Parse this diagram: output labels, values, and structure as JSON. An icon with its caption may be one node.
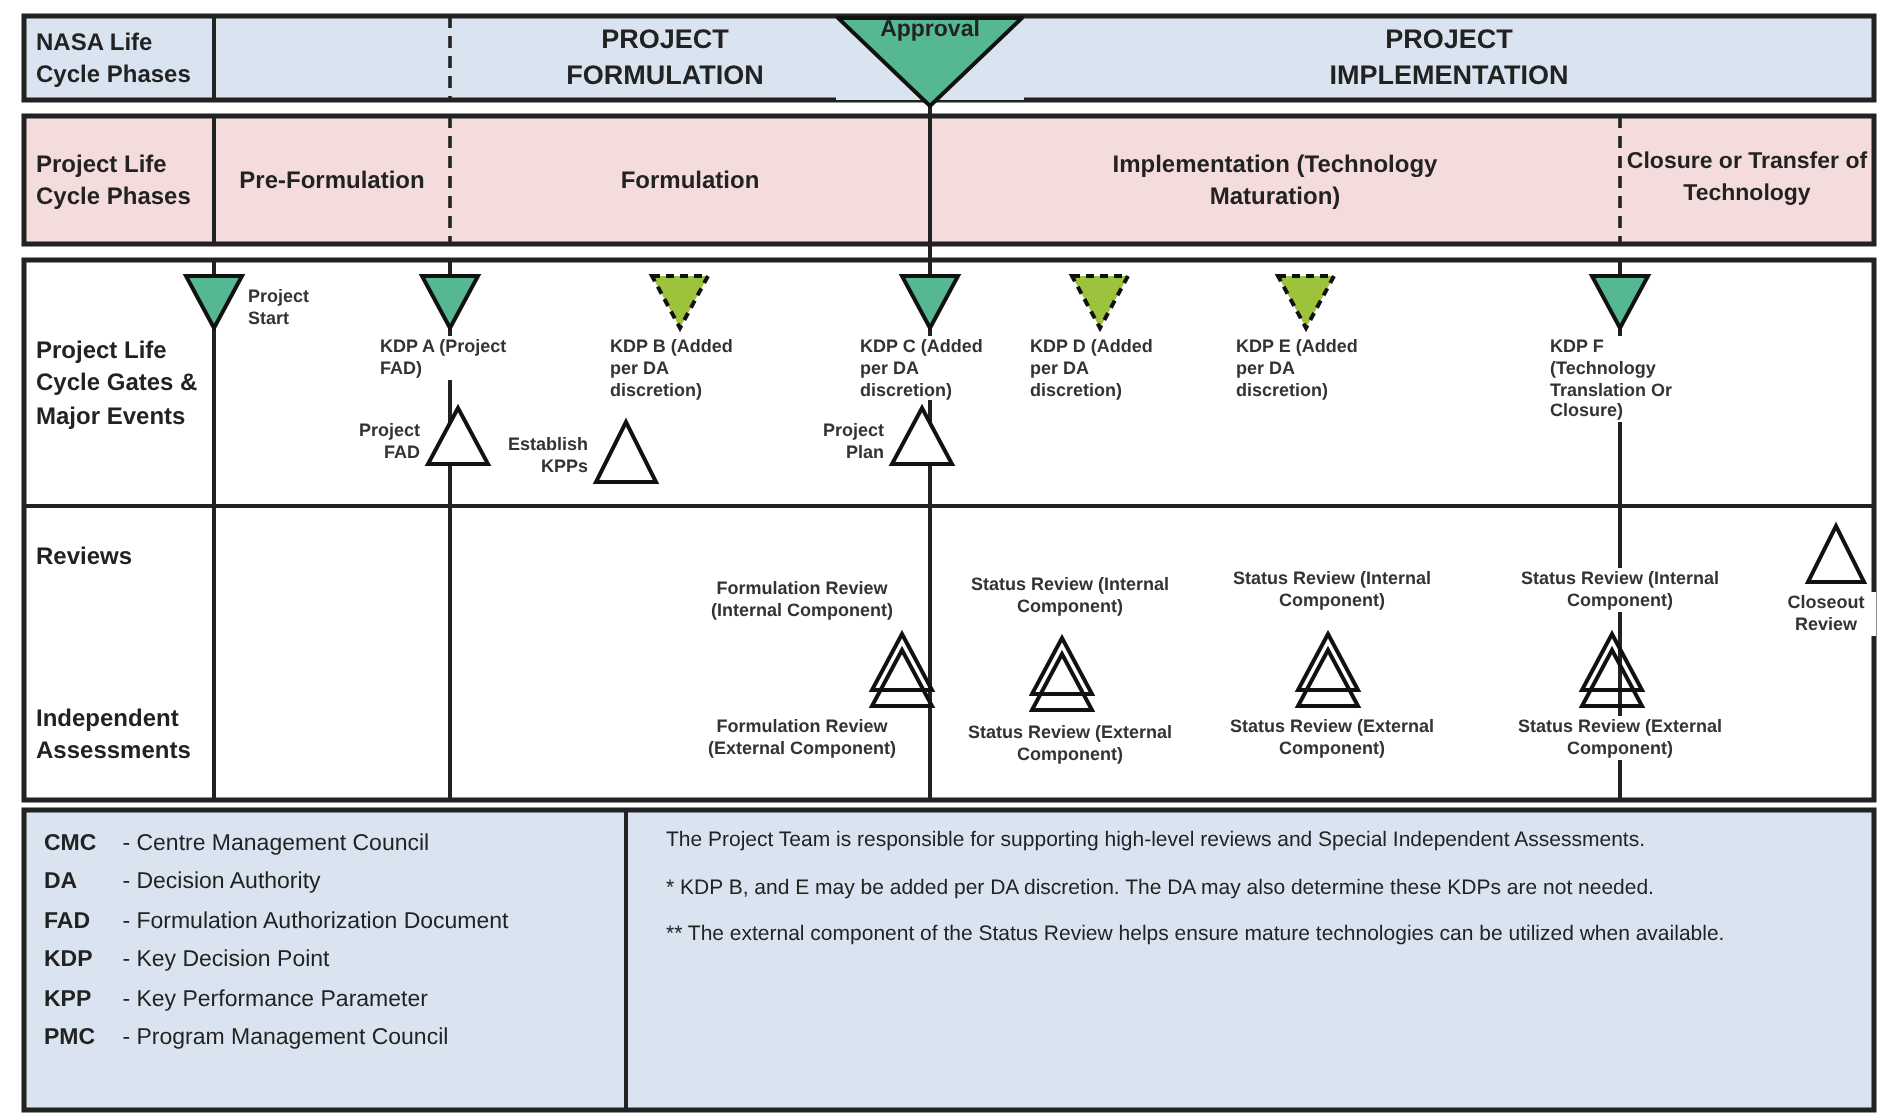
{
  "diagram": {
    "nodes": [
      {
        "text": [
          "NASA Life Cycle Phases"
        ]
      },
      {
        "text": [
          "PROJECT FORMULATION"
        ]
      },
      {
        "text": [
          "PROJECT IMPLEMENTATION"
        ]
      },
      {
        "text": [
          "Approval"
        ]
      },
      {
        "text": [
          "Project Life Cycle Phases"
        ]
      },
      {
        "text": [
          "Pre-Formulation"
        ]
      },
      {
        "text": [
          "Formulation"
        ]
      },
      {
        "text": [
          "Implementation (Technology Maturation)"
        ]
      },
      {
        "text": [
          "Closure or Transfer of Technology"
        ]
      },
      {
        "text": [
          "Project Life Cycle Gates & Major Events"
        ]
      },
      {
        "text": [
          "Reviews",
          "Independent Assessments"
        ]
      },
      {
        "text": [
          "**CMC** - Centre Management Council",
          "**DA** - Decision Authority",
          "**FAD** - Formulation Authorization Document",
          "**KDP** - Key  Decision Point",
          "**KPP** - Key Performance Parameter",
          "**PMC** - Program Management Council"
        ]
      },
      {
        "text": [
          "The Project Team is responsible for supporting high-level  reviews  and Special Independent Assessments.",
          "*   KDP B, and E may be added per DA discretion. The DA may also determine these KDPs are not needed.",
          "** The external component of the Status Review helps ensure mature technologies can be utilized when available."
        ]
      },
      {
        "text": [],
        "shape": "triangle",
        "beside": [
          "Project Start"
        ]
      },
      {
        "text": [],
        "shape": "triangle",
        "beside": [
          "KDP A (Project FAD)"
        ]
      },
      {
        "text": [],
        "shape": "triangle",
        "beside": [
          "KDP B (Added per DA discretion)"
        ]
      },
      {
        "text": [],
        "shape": "triangle",
        "beside": [
          "KDP C (Added per DA discretion)"
        ]
      },
      {
        "text": [],
        "shape": "triangle",
        "beside": [
          "KDP D (Added per DA discretion)"
        ]
      },
      {
        "text": [],
        "shape": "triangle",
        "beside": [
          "KDP E (Added per DA discretion)"
        ]
      },
      {
        "text": [],
        "shape": "triangle",
        "beside": [
          "KDP F (Technology Translation Or Closure)"
        ]
      },
      {
        "text": [],
        "shape": "triangle",
        "beside": [
          "Project FAD"
        ]
      },
      {
        "text": [],
        "shape": "triangle",
        "beside": [
          "Establish KPPs"
        ]
      },
      {
        "text": [],
        "shape": "triangle",
        "beside": [
          "Project Plan"
        ]
      },
      {
        "text": [],
        "shape": "triangle",
        "beside": [
          "Formulation Review (Internal Component)",
          "Formulation Review (External Component)"
        ]
      },
      {
        "text": [],
        "shape": "triangle",
        "beside": [
          "Status Review (Internal Component)",
          "Status Review (External Component)"
        ]
      },
      {
        "text": [],
        "shape": "triangle",
        "beside": [
          "Status Review (Internal Component)",
          "Status Review (External Component)"
        ]
      },
      {
        "text": [],
        "shape": "triangle",
        "beside": [
          "Status Review (Internal Component)",
          "Status Review (External Component)"
        ]
      },
      {
        "text": [],
        "shape": "triangle",
        "beside": [
          "Closeout Review"
        ]
      }
    ]
  }
}
